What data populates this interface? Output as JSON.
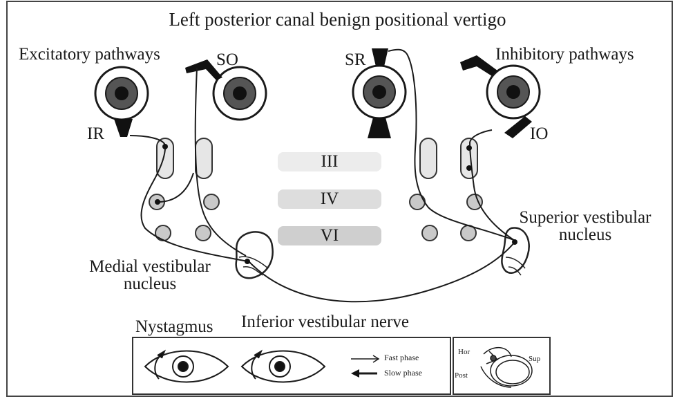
{
  "title": "Left posterior canal benign positional vertigo",
  "labels": {
    "excitatory": "Excitatory pathways",
    "inhibitory": "Inhibitory pathways",
    "so": "SO",
    "sr": "SR",
    "ir": "IR",
    "io": "IO",
    "medial_line1": "Medial vestibular",
    "medial_line2": "nucleus",
    "superior_line1": "Superior vestibular",
    "superior_line2": "nucleus",
    "nerve": "Inferior vestibular nerve",
    "nystagmus": "Nystagmus"
  },
  "cranial_nuclei": [
    "III",
    "IV",
    "VI"
  ],
  "legend": {
    "fast": "Fast phase",
    "slow": "Slow phase"
  },
  "canal_inset": {
    "hor": "Hor",
    "post": "Post",
    "sup": "Sup"
  }
}
